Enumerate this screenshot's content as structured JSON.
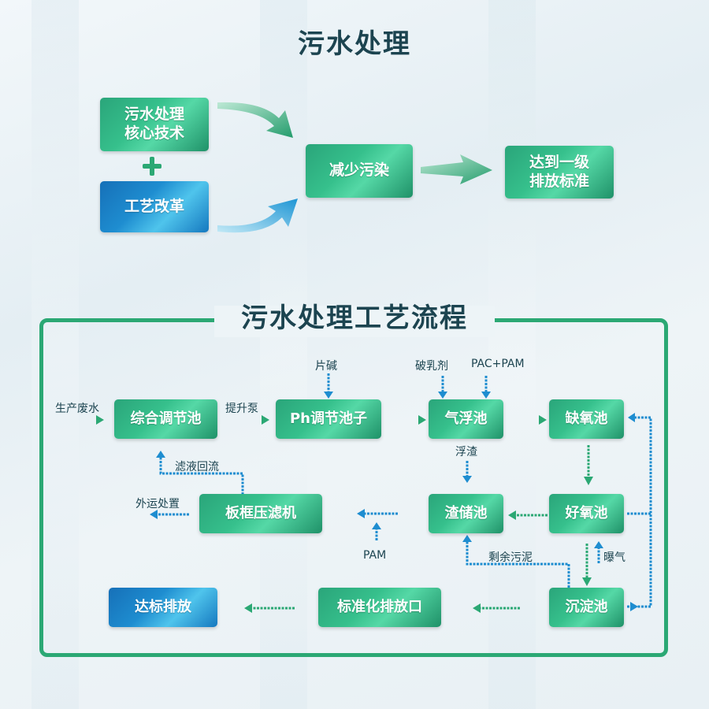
{
  "titles": {
    "top": "污水处理",
    "flow": "污水处理工艺流程"
  },
  "top": {
    "core_tech": "污水处理\n核心技术",
    "process_reform": "工艺改革",
    "reduce_pollution": "减少污染",
    "reach_level_one": "达到一级\n排放标准"
  },
  "flow": {
    "boxes": {
      "comprehensive_tank": "综合调节池",
      "ph_tank": "Ph调节池子",
      "air_flotation": "气浮池",
      "anoxic": "缺氧池",
      "aerobic": "好氧池",
      "sediment": "沉淀池",
      "residue": "渣储池",
      "filter_press": "板框压滤机",
      "standard_outlet": "标准化排放口",
      "discharge": "达标排放"
    },
    "labels": {
      "wastewater": "生产废水",
      "lift_pump": "提升泵",
      "caustic": "片碱",
      "demulsifier": "破乳剂",
      "pac_pam": "PAC+PAM",
      "scum": "浮渣",
      "filtrate_return": "滤液回流",
      "outsourced": "外运处置",
      "pam": "PAM",
      "excess_sludge": "剩余污泥",
      "aeration": "曝气"
    }
  },
  "colors": {
    "green": "#2ba874",
    "blue": "#1e8dd0",
    "title": "#1c4450"
  }
}
